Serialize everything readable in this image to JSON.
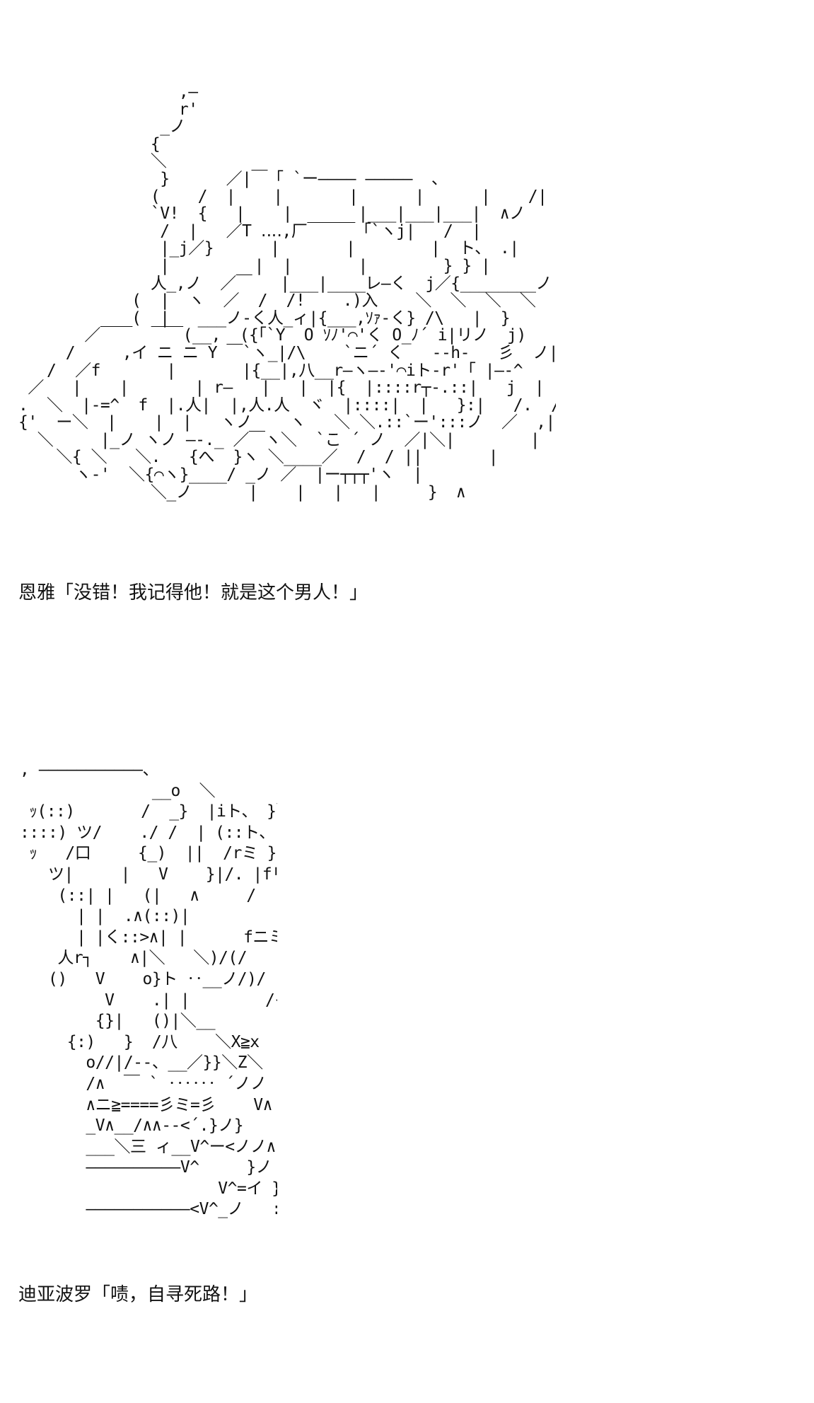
{
  "panels": [
    {
      "art": "                 ,—\n                 r'\n               _ノ\n              {\n              ＼\n               }      ／|￣「 `ー―――― ―――――  、\n              (    /  |    |       |      |      |    /|\n              `V!  {   |    |       |___|___|___|  ∧ノ\n               /  |   ／T ‥‥,厂￣￣￣「`ヽj|   /  |\n               |_j／}      |       |        |  ト、 .|\n               |         |  |       |        } } |         ノ\n              人_,ノ  ／￣   |___|____レ―く  j／{________ノ\n            (  |  ヽ  ／  /  /!    .)入    ＼  ＼  ＼  ＼\n            (  |   ___ノ-く人_ィ|{___,ｿｧ-く} /\\   |  }\n       ／￣￣  ￣￣(__,  ({「`Y  O ｿﾉ'⌒'く O_ﾉ´ i|リノ  j)\n     /     ,イ ニ ニ Y ￣`ヽ_|/\\    `ニ´ く   --h-   彡  ノ|―-{\n   /  ／f       |       |{__|,八__r―ヽ―-'⌒iト-r'「 |―-^\n ／   |    |       | r―   |   |  |{  |::::r┬-.::|   j  |       ＼\n.  ＼  |-=^  f  |.人|  |,人.人  ヾ  |::::|  |   }:|   /.  /|        }\n{'  ー＼  |    |  |   ヽノ    ヽ   ＼ ＼.::`ー':::ノ  ／  ,|        |\n  ＼     |_ノ ヽノ ―-._ ／￣ヽ＼  `こ ´ ノ  ／|＼|        |\n    ＼{ ＼   ＼.   {へ  }ヽ ＼____／  /  / ||       |\n      ヽ-'  ＼{⌒ヽ}____/ _ノ ／  |ー┬┬┬'ヽ  |\n              ＼_ノ      |    |   |   |     }  ∧",
      "dialogue": "恩雅「没错！我记得他！就是这个男人！」"
    },
    {
      "art": ", ―――――――――――、\n              __o  ＼\n ｯ(::)       /  _}  |iト、 }＼_\n::::) ツ/    ./ /  | (::ト、ヽ    :}\n ｯ   /口     {_)  ||  /rミ }  ()\n   ツ|     |   V    }|/. |fリノ  ∧\n    (::| |   (|   ∧     /       V   }\n      | |  .∧(::)|         -- V /\n      | |く::>∧| |      fニミ刀´/\n    人r┐    ∧|＼   ＼)/(/\n   ()   V    o}ト ‥__ノ/)/\n         V    .| |        /イ\n        {}|   ()|＼__\n     {:)   }  /八    ＼X≧x\n       o//|/--、__／}}＼Z＼\n       /∧  ￣ ` ‥‥‥ ´ノノ   IVV^\n       ∧ニ≧====彡ミ=彡    V∧\n       _V∧__/∧∧--<´.}ノ}\n       ___＼三 ィ__V^ー<ノノ∧\n       ――――――――――V^     }ノ\n                     V^=イ }＼\n       ―――――――――――<V^_ノ   :",
      "dialogue": "迪亚波罗「啧，自寻死路！」"
    }
  ]
}
